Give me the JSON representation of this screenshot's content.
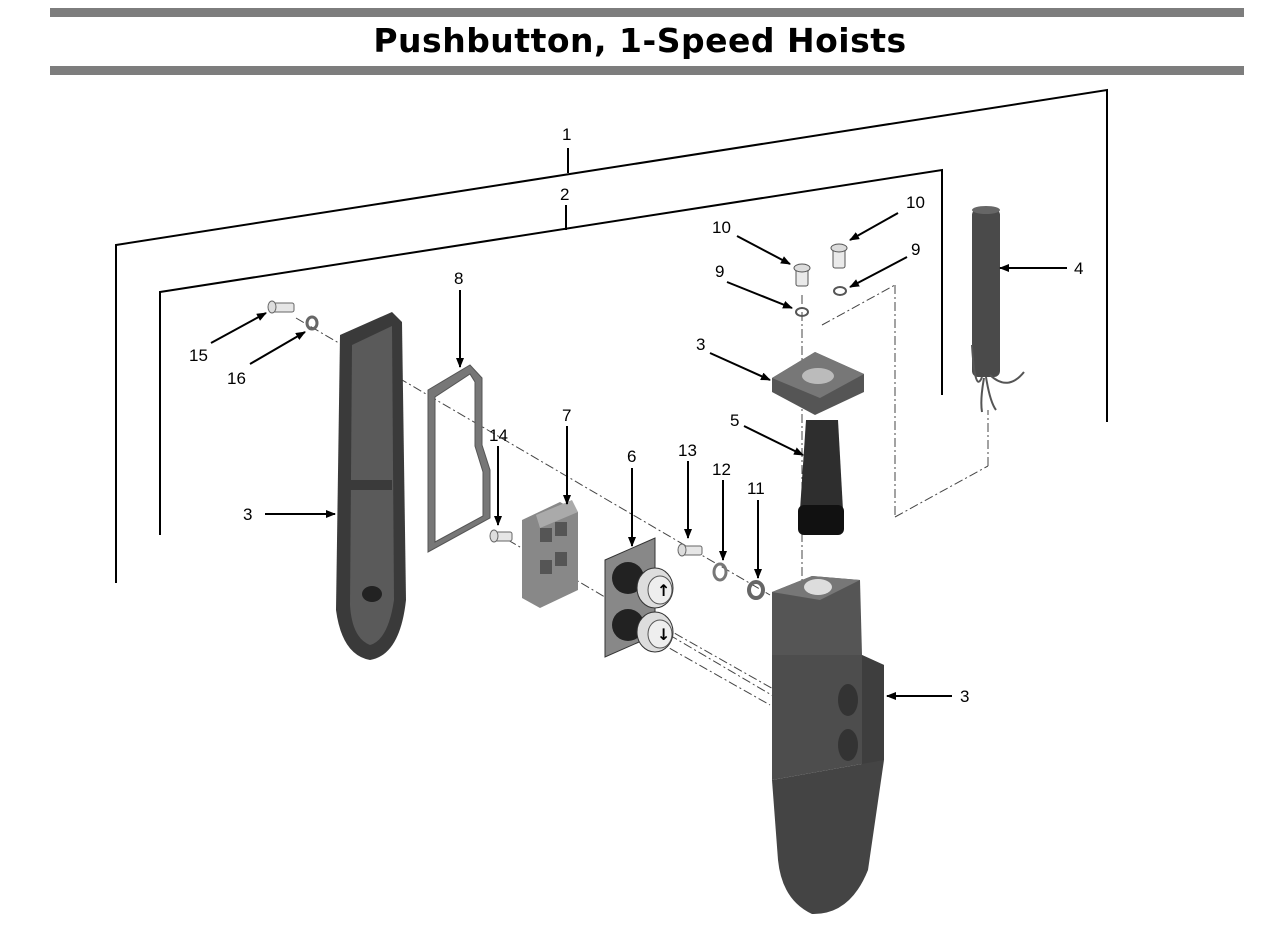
{
  "title": "Pushbutton, 1-Speed Hoists",
  "callouts": {
    "c1": "1",
    "c2": "2",
    "c3_top": "3",
    "c3_left": "3",
    "c3_right": "3",
    "c4": "4",
    "c5": "5",
    "c6": "6",
    "c7": "7",
    "c8": "8",
    "c9_a": "9",
    "c9_b": "9",
    "c10_a": "10",
    "c10_b": "10",
    "c11": "11",
    "c12": "12",
    "c13": "13",
    "c14": "14",
    "c15": "15",
    "c16": "16"
  }
}
